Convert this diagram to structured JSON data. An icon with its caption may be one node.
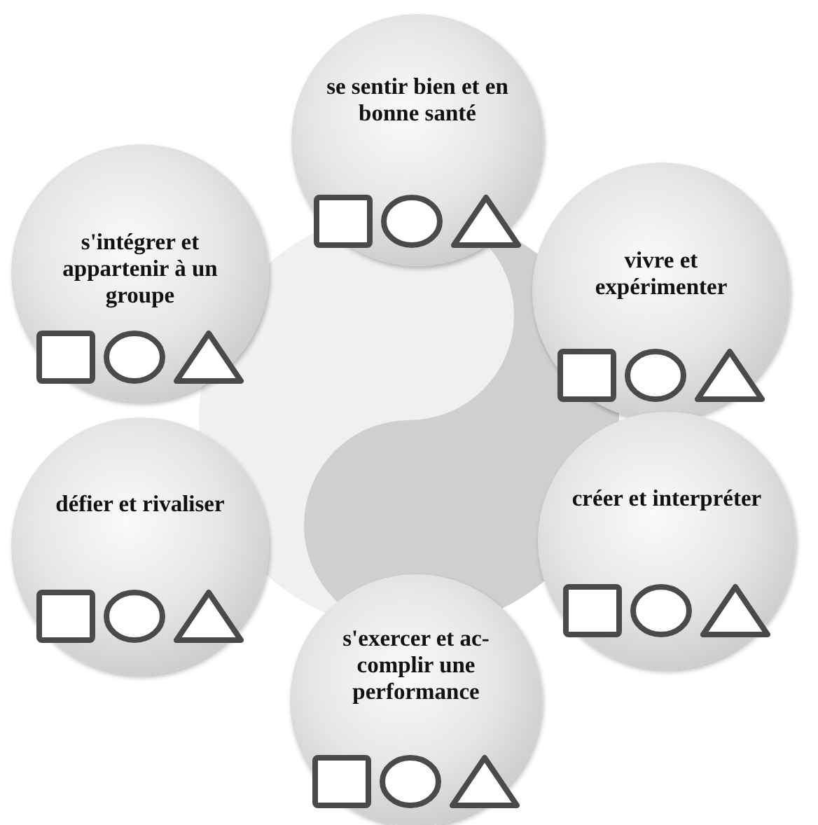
{
  "diagram": {
    "nodes": [
      {
        "text": [
          "se sentir bien et en bonne santé"
        ]
      },
      {
        "text": [
          "s'intégrer et appartenir à un groupe"
        ]
      },
      {
        "text": [
          "vivre et expérimenter"
        ]
      },
      {
        "text": [
          "défier et rivaliser"
        ]
      },
      {
        "text": [
          "créer et interpréter"
        ]
      },
      {
        "text": [
          "s'exercer et ac-complir une performance"
        ]
      }
    ]
  }
}
